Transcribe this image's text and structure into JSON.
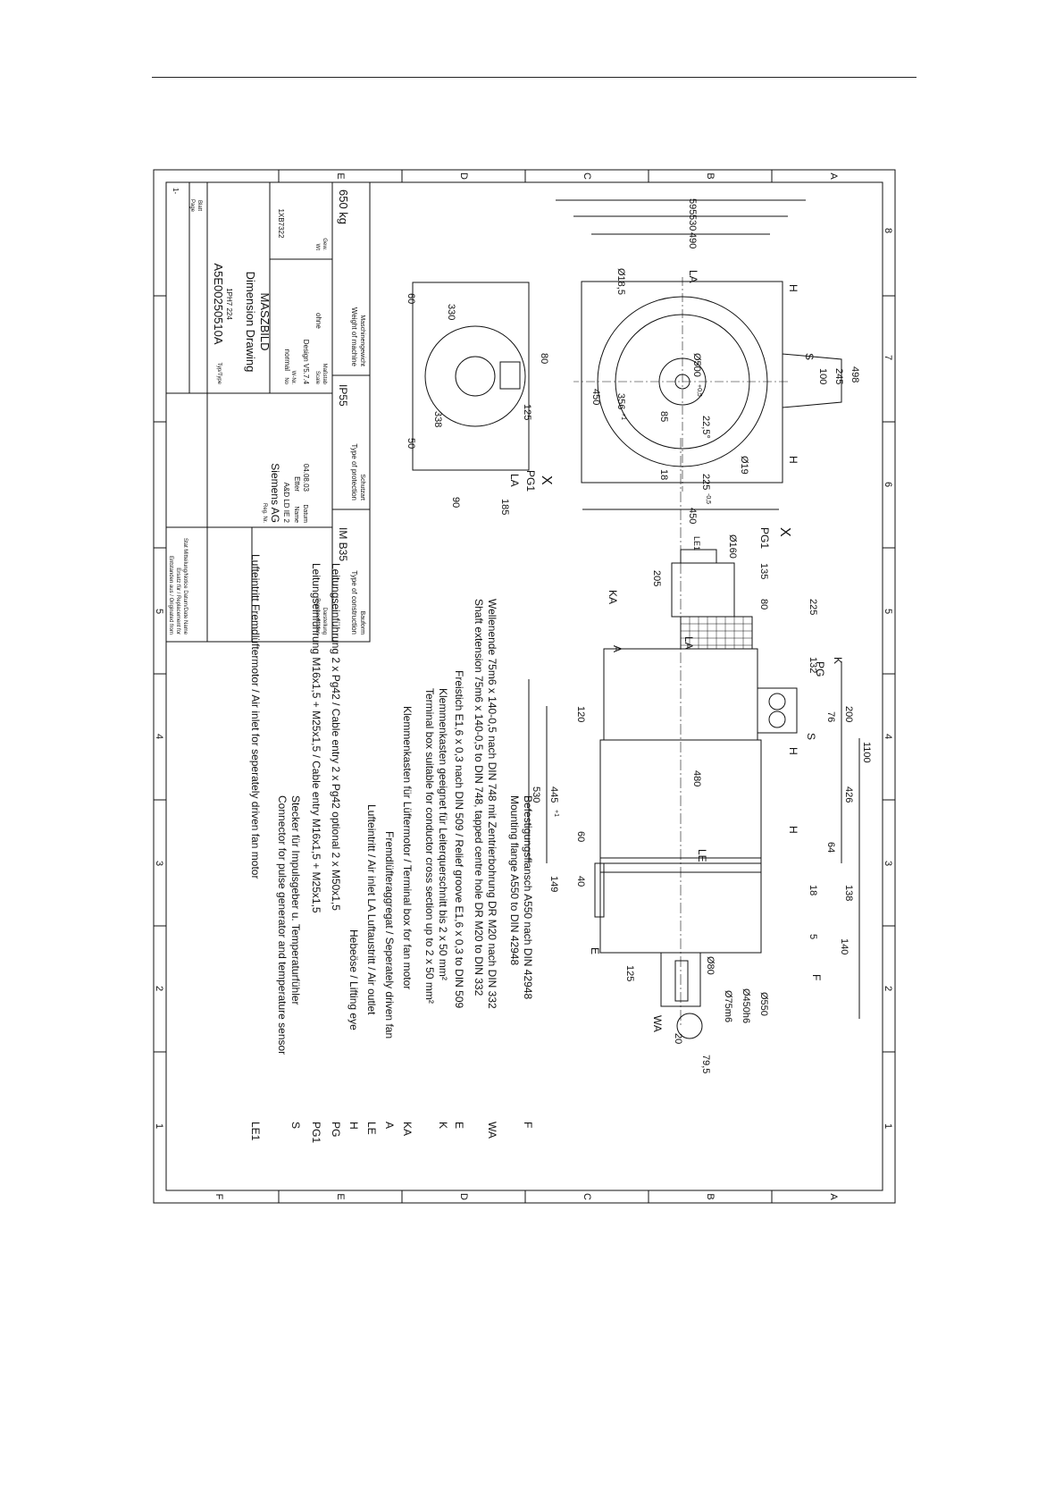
{
  "sheet": {
    "grid_numbers": [
      "1",
      "2",
      "3",
      "4",
      "5",
      "6",
      "7",
      "8"
    ],
    "grid_letters": [
      "A",
      "B",
      "C",
      "D",
      "E",
      "F"
    ]
  },
  "front_view": {
    "dims": {
      "d1100": "1100",
      "d426": "426",
      "d200": "200",
      "d76": "76",
      "d132": "132",
      "d225": "225",
      "d80": "80",
      "d135": "135",
      "d138": "138",
      "d64": "64",
      "d18": "18",
      "d5": "5",
      "d140": "140",
      "d480": "480",
      "d445": "445",
      "d445_tol": "+1",
      "d530": "530",
      "d60": "60",
      "d40": "40",
      "d149": "149",
      "d120": "120",
      "d125": "125",
      "d205": "205",
      "d550": "Ø550",
      "d450h6": "Ø450h6",
      "d75m6": "Ø75m6",
      "d80dia": "Ø80",
      "d160": "Ø160",
      "d20": "20",
      "d79_5": "79,5"
    },
    "markers": {
      "F": "F",
      "WA": "WA",
      "E": "E",
      "S": "S",
      "H1": "H",
      "H2": "H",
      "K": "K",
      "PG": "PG",
      "PG1": "PG1",
      "KA": "KA",
      "A": "A",
      "LE": "LE",
      "LA": "LA",
      "LE1": "LE1",
      "X": "X"
    }
  },
  "end_view": {
    "dims": {
      "d595": "595",
      "d530": "530",
      "d490": "490",
      "d498": "498",
      "d245": "245",
      "d100": "100",
      "d18_5": "Ø18,5",
      "d500": "Ø500",
      "d500_tol": "+0,5",
      "d22_5": "22,5°",
      "d85": "85",
      "d356": "356",
      "d356_tol": "+1",
      "d450": "450",
      "d18": "18",
      "d225": "225",
      "d225_tol": "-0,5",
      "d450_bottom": "450",
      "d19": "Ø19"
    },
    "markers": {
      "H1": "H",
      "H2": "H",
      "S": "S",
      "LA": "LA"
    }
  },
  "view_x": {
    "dims": {
      "d330": "330",
      "d60": "60",
      "d80": "80",
      "d338": "338",
      "d50": "50",
      "d125": "125",
      "d185": "185",
      "d90": "90"
    },
    "markers": {
      "X": "X",
      "PG1": "PG1",
      "LA": "LA"
    }
  },
  "legend": [
    {
      "key": "F",
      "lines": [
        "Befestigungsflansch A550 nach DIN 42948",
        "Mounting flange A550 to DIN 42948"
      ]
    },
    {
      "key": "WA",
      "lines": [
        "Wellenende 75m6 x 140-0,5 nach DIN 748 mit Zentrierbohrung DR M20 nach DIN 332",
        "Shaft extension 75m6 x 140-0,5 to DIN 748, tapped centre hole DR M20 to DIN 332"
      ]
    },
    {
      "key": "E",
      "lines": [
        "Freistich E1,6 x 0,3 nach DIN 509 / Relief groove E1,6 x 0,3 to DIN 509"
      ]
    },
    {
      "key": "K",
      "lines": [
        "Klemmenkasten geeignet für Leiterquerschnitt bis 2 x 50 mm²",
        "Terminal box suitable for conductor cross section up to 2 x 50 mm²"
      ]
    },
    {
      "key": "KA",
      "lines": [
        "Klemmenkasten für Lüftermotor / Terminal box for fan motor"
      ]
    },
    {
      "key": "A",
      "lines": [
        "Fremdlüfteraggregat / Seperately driven fan"
      ]
    },
    {
      "key": "LE",
      "lines": [
        "Lufteintritt / Air inlet          LA    Luftaustritt / Air outlet"
      ]
    },
    {
      "key": "H",
      "lines": [
        "Hebeöse / Lifting eye"
      ]
    },
    {
      "key": "PG",
      "lines": [
        "Leitungseinführung 2 x Pg42 / Cable entry 2 x Pg42 optional 2 x M50x1,5"
      ]
    },
    {
      "key": "PG1",
      "lines": [
        "Leitungseinführung M16x1,5 + M25x1,5 / Cable entry M16x1,5 + M25x1,5"
      ]
    },
    {
      "key": "S",
      "lines": [
        "Stecker für Impulsgeber u. Temperaturfühler",
        "Connector for pulse generator and temperature sensor"
      ]
    },
    {
      "key": "LE1",
      "lines": [
        "Lufteintritt Fremdlüftermotor / Air inlet for seperately driven fan motor"
      ]
    }
  ],
  "title_block": {
    "bauform_label": "Bauform",
    "bauform_label_en": "Type of construction",
    "bauform_value": "IM B35",
    "schutzart_label": "Schutzart",
    "schutzart_label_en": "Type of protection",
    "schutzart_value": "IP55",
    "gewicht_label": "Maschinengewicht",
    "gewicht_label_en": "Weight of machine",
    "gewicht_value": "650 kg",
    "darstellung_label": "Darstellung",
    "darstellung_label_en": "Representation",
    "massstab_label": "Maßstab",
    "massstab_label_en": "Scale",
    "massstab_value": "ohne",
    "gew_label": "Gew.",
    "gew_label_en": "Wt",
    "design": "Design V5.7.4",
    "wnr_label": "W-Nr.",
    "wnr_label_en": "No",
    "wnr_value": "normal",
    "datum_label": "Datum",
    "datum_value": "04.08.03",
    "name_label": "Name",
    "name_value": "Etter",
    "dept": "A&D LD IE 2",
    "company": "Siemens AG",
    "company_sub": "Reg. Nr.",
    "title_de": "MASZBILD",
    "title_en": "Dimension Drawing",
    "doc_ref": "1XB7322",
    "type_label": "Typ/Type",
    "type_value": "1PH7 224",
    "drawing_no": "A5E00250510A",
    "blatt_label": "Blatt",
    "blatt_label_en": "Page",
    "blatt_value": "1-",
    "rev_row": "Stat   Mitteilung/Notice   Datum/Date   Name",
    "ersatz": "Ersatz für / Replacement for",
    "entstanden": "Entstanden aus / Originated from"
  }
}
